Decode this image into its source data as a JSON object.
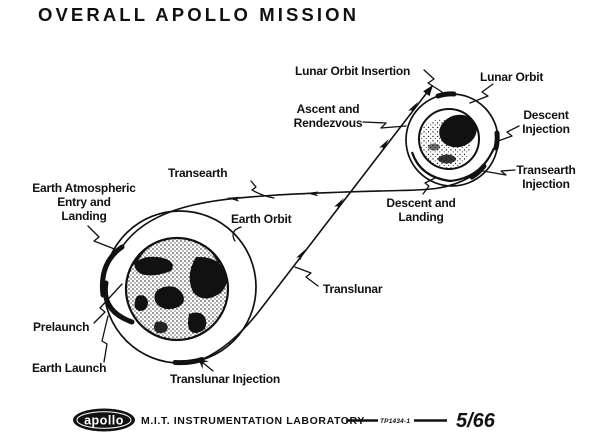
{
  "title": "OVERALL APOLLO MISSION",
  "diagram": {
    "labels": {
      "lunar_orbit_insertion": "Lunar Orbit Insertion",
      "lunar_orbit": "Lunar Orbit",
      "ascent_line1": "Ascent and",
      "ascent_line2": "Rendezvous",
      "descent_injection_line1": "Descent",
      "descent_injection_line2": "Injection",
      "transearth_injection_line1": "Transearth",
      "transearth_injection_line2": "Injection",
      "descent_landing_line1": "Descent and",
      "descent_landing_line2": "Landing",
      "transearth": "Transearth",
      "translunar": "Translunar",
      "earth_entry_line1": "Earth Atmospheric",
      "earth_entry_line2": "Entry and",
      "earth_entry_line3": "Landing",
      "earth_orbit": "Earth Orbit",
      "prelaunch": "Prelaunch",
      "earth_launch": "Earth Launch",
      "translunar_injection": "Translunar Injection"
    },
    "bodies": {
      "earth": "Earth",
      "moon": "Moon"
    }
  },
  "footer": {
    "logo_text": "apollo",
    "organization": "M.I.T. INSTRUMENTATION LABORATORY",
    "document_number": "TP1434-1",
    "date": "5/66"
  },
  "colors": {
    "ink": "#111111",
    "paper": "#ffffff"
  }
}
